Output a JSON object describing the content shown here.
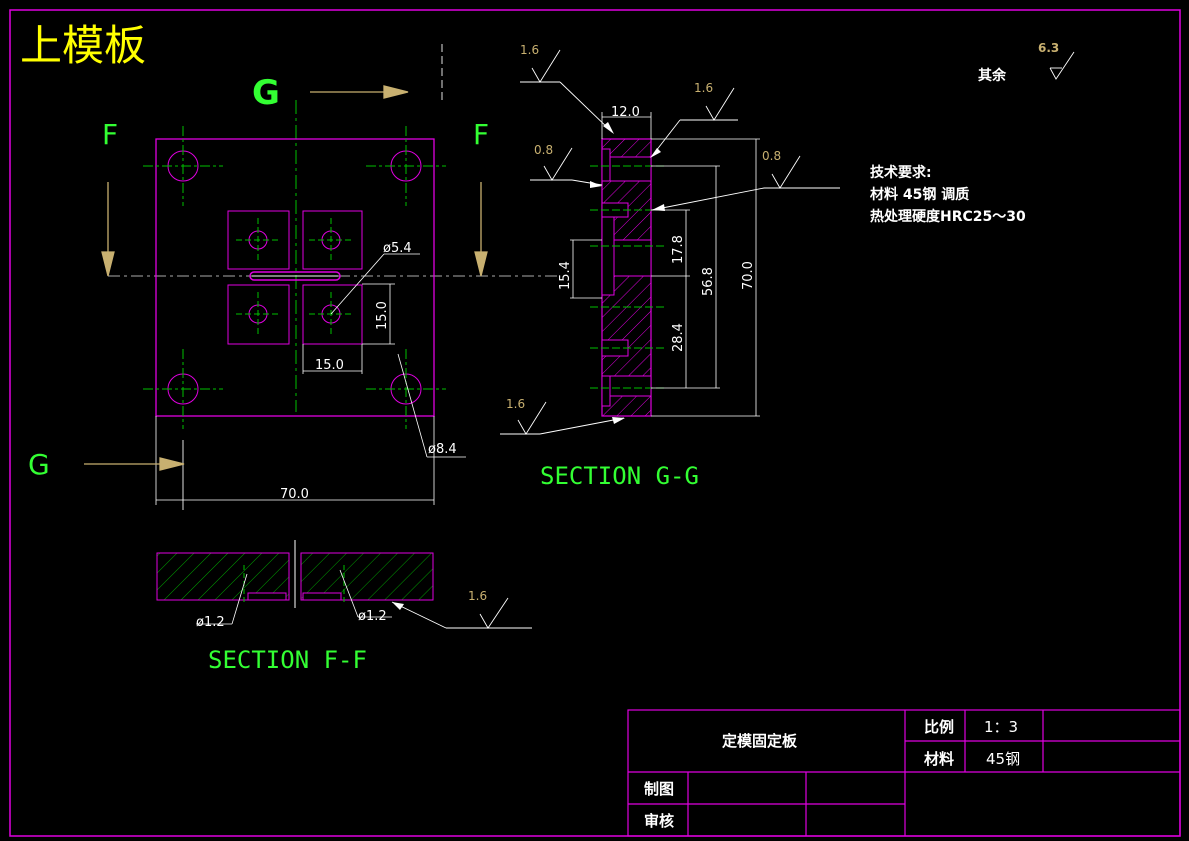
{
  "title": "上模板",
  "colors": {
    "background": "#000000",
    "outline": "#e000e0",
    "centerline": "#00c000",
    "hatch": "#00a000",
    "dimension": "#ffffff",
    "label_green": "#33ff33",
    "title_yellow": "#ffff00",
    "arrow_tan": "#c8b070"
  },
  "section_labels": {
    "G_top": "G",
    "G_left": "G",
    "F_left": "F",
    "F_right": "F",
    "section_gg": "SECTION G-G",
    "section_ff": "SECTION F-F"
  },
  "plan_dimensions": {
    "hole_small": "ø5.4",
    "vertical_15": "15.0",
    "horizontal_15": "15.0",
    "hole_large": "ø8.4",
    "width_70": "70.0"
  },
  "section_gg_dimensions": {
    "thickness": "12.0",
    "d_15_4": "15.4",
    "d_17_8": "17.8",
    "d_56_8": "56.8",
    "d_70": "70.0",
    "d_28_4": "28.4"
  },
  "section_ff_dimensions": {
    "hole_left": "ø1.2",
    "hole_right": "ø1.2"
  },
  "roughness": {
    "gg_top": "1.6",
    "gg_right_top": "1.6",
    "gg_left": "0.8",
    "gg_right": "0.8",
    "gg_bottom": "1.6",
    "ff": "1.6",
    "other_label": "其余",
    "other_value": "6.3"
  },
  "tech_requirements": [
    "技术要求:",
    "材料 45钢 调质",
    "热处理硬度HRC25～30"
  ],
  "title_block": {
    "part_name": "定模固定板",
    "scale_label": "比例",
    "scale_value": "1：3",
    "material_label": "材料",
    "material_value": "45钢",
    "drawn_label": "制图",
    "checked_label": "审核"
  }
}
